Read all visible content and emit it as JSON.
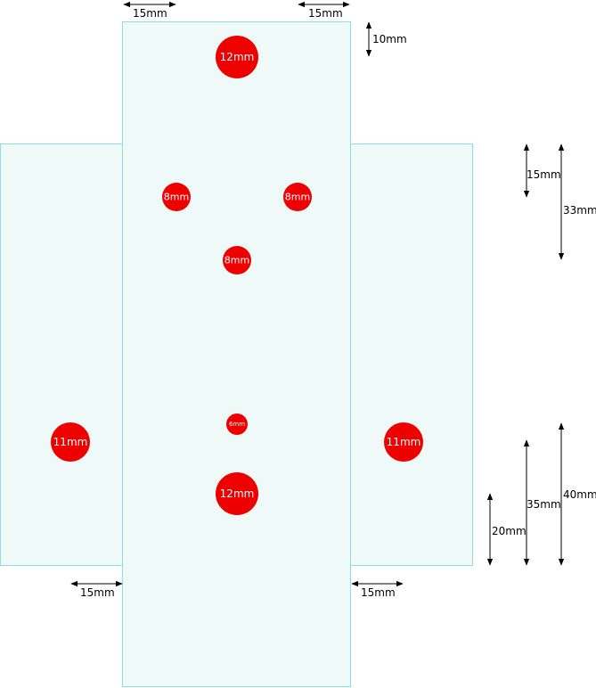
{
  "colors": {
    "panel_fill": "#eef9f8",
    "panel_stroke": "#8ee0dc",
    "hole": "#ee0000",
    "dimension": "#000000"
  },
  "holes": [
    {
      "label": "12mm",
      "diameter_mm": 12
    },
    {
      "label": "8mm",
      "diameter_mm": 8
    },
    {
      "label": "8mm",
      "diameter_mm": 8
    },
    {
      "label": "8mm",
      "diameter_mm": 8
    },
    {
      "label": "6mm",
      "diameter_mm": 6
    },
    {
      "label": "11mm",
      "diameter_mm": 11
    },
    {
      "label": "11mm",
      "diameter_mm": 11
    },
    {
      "label": "12mm",
      "diameter_mm": 12
    }
  ],
  "dimensions": [
    {
      "label": "15mm"
    },
    {
      "label": "15mm"
    },
    {
      "label": "10mm"
    },
    {
      "label": "15mm"
    },
    {
      "label": "33mm"
    },
    {
      "label": "20mm"
    },
    {
      "label": "35mm"
    },
    {
      "label": "40mm"
    },
    {
      "label": "15mm"
    },
    {
      "label": "15mm"
    }
  ]
}
